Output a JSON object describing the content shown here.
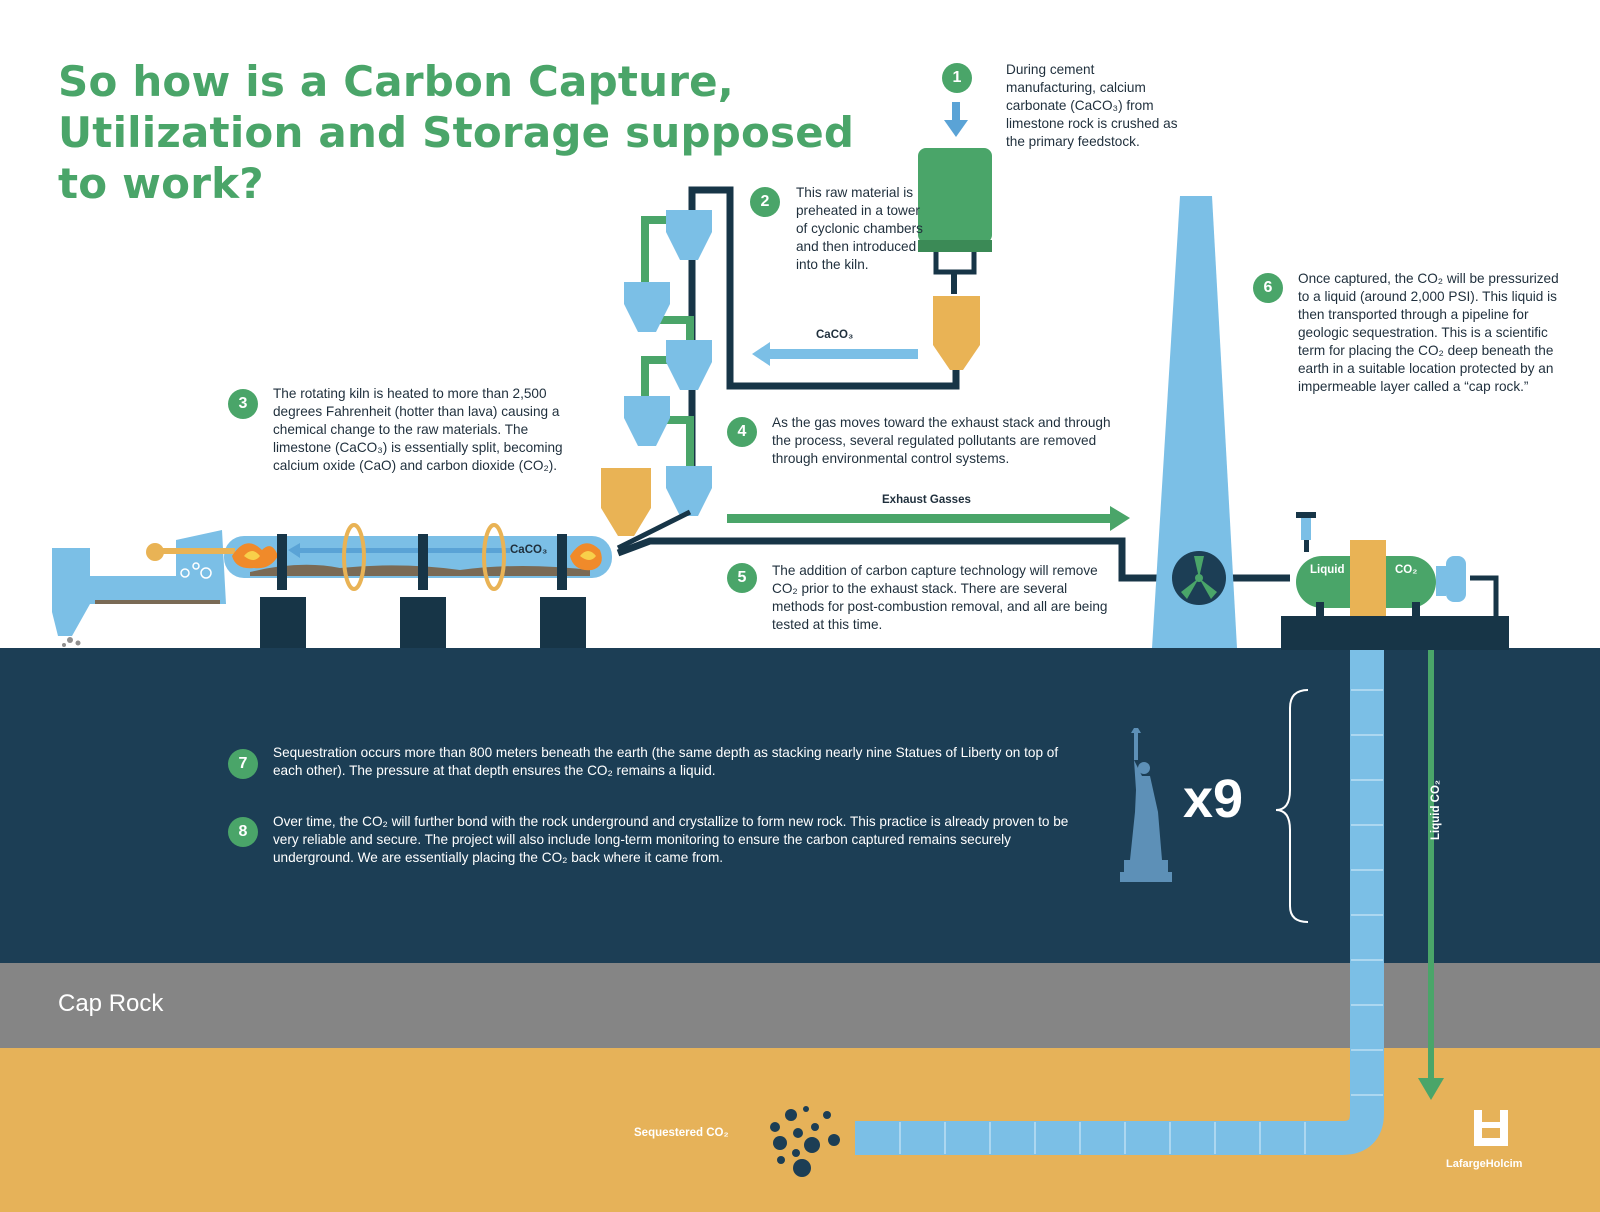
{
  "title": "So how is a Carbon Capture, Utilization and Storage supposed to work?",
  "steps": [
    {
      "number": "1",
      "text": "During cement manufacturing, calcium carbonate (CaCO₃) from limestone rock is crushed as the primary feedstock."
    },
    {
      "number": "2",
      "text": "This raw material is preheated in a tower of cyclonic chambers and then introduced into the kiln."
    },
    {
      "number": "3",
      "text": "The rotating kiln is heated to more than 2,500 degrees Fahrenheit (hotter than lava) causing a chemical change to the raw materials. The limestone (CaCO₃) is essentially split, becoming calcium oxide (CaO) and carbon dioxide (CO₂)."
    },
    {
      "number": "4",
      "text": "As the gas moves toward the exhaust stack and through the process, several regulated pollutants are removed through environmental control systems."
    },
    {
      "number": "5",
      "text": "The addition of carbon capture technology will remove CO₂ prior to the exhaust stack. There are several methods for post-combustion removal, and all are being tested at this time."
    },
    {
      "number": "6",
      "text": "Once captured, the CO₂ will be pressurized to a liquid (around 2,000 PSI). This liquid is then transported through a pipeline for geologic sequestration. This is a scientific term for placing the CO₂ deep beneath the earth in a suitable location protected by an impermeable layer called a “cap rock.”"
    },
    {
      "number": "7",
      "text": "Sequestration occurs more than 800 meters beneath the earth (the same depth as stacking nearly nine Statues of Liberty on top of each other). The pressure at that depth ensures the CO₂ remains a liquid."
    },
    {
      "number": "8",
      "text": "Over time, the CO₂ will further bond with the rock underground and crystallize to form new rock. This practice is already proven to be very reliable and secure. The project will also include long-term monitoring to ensure the carbon captured remains securely underground. We are essentially placing the CO₂ back where it came from."
    }
  ],
  "labels": {
    "caco3_arrow": "CaCO₃",
    "caco3_kiln": "CaCO₃",
    "exhaust_gasses": "Exhaust Gasses",
    "liquid": "Liquid",
    "co2_tank": "CO₂",
    "liquid_co2_pipe": "Liquid CO₂",
    "sequestered_co2": "Sequestered CO₂",
    "cap_rock": "Cap Rock",
    "multiplier": "x9",
    "logo": "LafargeHolcim"
  },
  "colors": {
    "green": "#4aa569",
    "navy": "#1c3e55",
    "pipe_dark": "#173547",
    "light_blue": "#7bbfe6",
    "orange": "#e9b355",
    "gray_rock": "#858585",
    "sand": "#e6b259"
  },
  "icons": [
    "arrow-down-icon",
    "statue-of-liberty-icon",
    "fan-icon",
    "flame-icon",
    "lafargeholcim-logo-icon"
  ]
}
